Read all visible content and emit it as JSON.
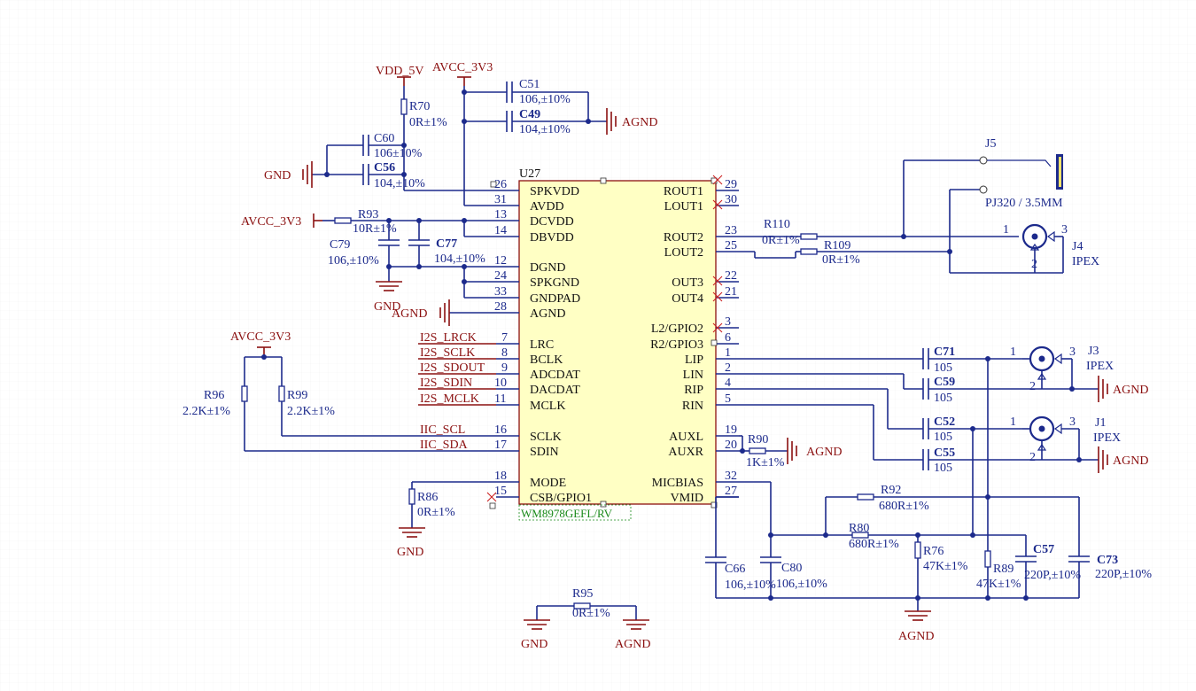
{
  "ic": {
    "ref": "U27",
    "part": "WM8978GEFL/RV",
    "left_pins": [
      {
        "num": "26",
        "name": "SPKVDD"
      },
      {
        "num": "31",
        "name": "AVDD"
      },
      {
        "num": "13",
        "name": "DCVDD"
      },
      {
        "num": "14",
        "name": "DBVDD"
      },
      {
        "num": "12",
        "name": "DGND"
      },
      {
        "num": "24",
        "name": "SPKGND"
      },
      {
        "num": "33",
        "name": "GNDPAD"
      },
      {
        "num": "28",
        "name": "AGND"
      },
      {
        "num": "7",
        "name": "LRC"
      },
      {
        "num": "8",
        "name": "BCLK"
      },
      {
        "num": "9",
        "name": "ADCDAT"
      },
      {
        "num": "10",
        "name": "DACDAT"
      },
      {
        "num": "11",
        "name": "MCLK"
      },
      {
        "num": "16",
        "name": "SCLK"
      },
      {
        "num": "17",
        "name": "SDIN"
      },
      {
        "num": "18",
        "name": "MODE"
      },
      {
        "num": "15",
        "name": "CSB/GPIO1"
      }
    ],
    "right_pins": [
      {
        "num": "29",
        "name": "ROUT1"
      },
      {
        "num": "30",
        "name": "LOUT1"
      },
      {
        "num": "23",
        "name": "ROUT2"
      },
      {
        "num": "25",
        "name": "LOUT2"
      },
      {
        "num": "22",
        "name": "OUT3"
      },
      {
        "num": "21",
        "name": "OUT4"
      },
      {
        "num": "3",
        "name": "L2/GPIO2"
      },
      {
        "num": "6",
        "name": "R2/GPIO3"
      },
      {
        "num": "1",
        "name": "LIP"
      },
      {
        "num": "2",
        "name": "LIN"
      },
      {
        "num": "4",
        "name": "RIP"
      },
      {
        "num": "5",
        "name": "RIN"
      },
      {
        "num": "19",
        "name": "AUXL"
      },
      {
        "num": "20",
        "name": "AUXR"
      },
      {
        "num": "32",
        "name": "MICBIAS"
      },
      {
        "num": "27",
        "name": "VMID"
      }
    ]
  },
  "nets": {
    "vdd_5v": "VDD_5V",
    "avcc_top": "AVCC_3V3",
    "avcc_left": "AVCC_3V3",
    "avcc_i2c": "AVCC_3V3",
    "gnd_c56": "GND",
    "gnd_dgnd": "GND",
    "gnd_r86": "GND",
    "gnd_r95": "GND",
    "agnd_c49": "AGND",
    "agnd_pin28": "AGND",
    "agnd_j3": "AGND",
    "agnd_j1": "AGND",
    "agnd_r90": "AGND",
    "agnd_bottom": "AGND",
    "agnd_r95": "AGND",
    "i2s_lrck": "I2S_LRCK",
    "i2s_sclk": "I2S_SCLK",
    "i2s_sdout": "I2S_SDOUT",
    "i2s_sdin": "I2S_SDIN",
    "i2s_mclk": "I2S_MCLK",
    "iic_scl": "IIC_SCL",
    "iic_sda": "IIC_SDA"
  },
  "components": {
    "C51": {
      "ref": "C51",
      "value": "106,±10%"
    },
    "C49": {
      "ref": "C49",
      "value": "104,±10%"
    },
    "R70": {
      "ref": "R70",
      "value": "0R±1%"
    },
    "C60": {
      "ref": "C60",
      "value": "106±10%"
    },
    "C56": {
      "ref": "C56",
      "value": "104,±10%"
    },
    "R93": {
      "ref": "R93",
      "value": "10R±1%"
    },
    "C79": {
      "ref": "C79",
      "value": "106,±10%"
    },
    "C77": {
      "ref": "C77",
      "value": "104,±10%"
    },
    "R96": {
      "ref": "R96",
      "value": "2.2K±1%"
    },
    "R99": {
      "ref": "R99",
      "value": "2.2K±1%"
    },
    "R86": {
      "ref": "R86",
      "value": "0R±1%"
    },
    "R95": {
      "ref": "R95",
      "value": "0R±1%"
    },
    "R110": {
      "ref": "R110",
      "value": "0R±1%"
    },
    "R109": {
      "ref": "R109",
      "value": "0R±1%"
    },
    "J5": {
      "ref": "J5",
      "value": "PJ320 / 3.5MM"
    },
    "J4": {
      "ref": "J4",
      "value": "IPEX"
    },
    "J3": {
      "ref": "J3",
      "value": "IPEX"
    },
    "J1": {
      "ref": "J1",
      "value": "IPEX"
    },
    "C71": {
      "ref": "C71",
      "value": "105"
    },
    "C59": {
      "ref": "C59",
      "value": "105"
    },
    "C52": {
      "ref": "C52",
      "value": "105"
    },
    "C55": {
      "ref": "C55",
      "value": "105"
    },
    "R90": {
      "ref": "R90",
      "value": "1K±1%"
    },
    "R92": {
      "ref": "R92",
      "value": "680R±1%"
    },
    "R80": {
      "ref": "R80",
      "value": "680R±1%"
    },
    "R76": {
      "ref": "R76",
      "value": "47K±1%"
    },
    "R89": {
      "ref": "R89",
      "value": "47K±1%"
    },
    "C57": {
      "ref": "C57",
      "value": "220P,±10%"
    },
    "C73": {
      "ref": "C73",
      "value": "220P,±10%"
    },
    "C66": {
      "ref": "C66",
      "value": "106,±10%"
    },
    "C80": {
      "ref": "C80",
      "value": "106,±10%"
    }
  },
  "connector_pins": {
    "j4_1": "1",
    "j4_2": "2",
    "j4_3": "3",
    "j3_1": "1",
    "j3_2": "2",
    "j3_3": "3",
    "j1_1": "1",
    "j1_2": "2",
    "j1_3": "3"
  },
  "colors": {
    "wire": "#1c2a8c",
    "power": "#8b1010",
    "part": "#1a8a1a",
    "no_connect": "#cc2222"
  }
}
